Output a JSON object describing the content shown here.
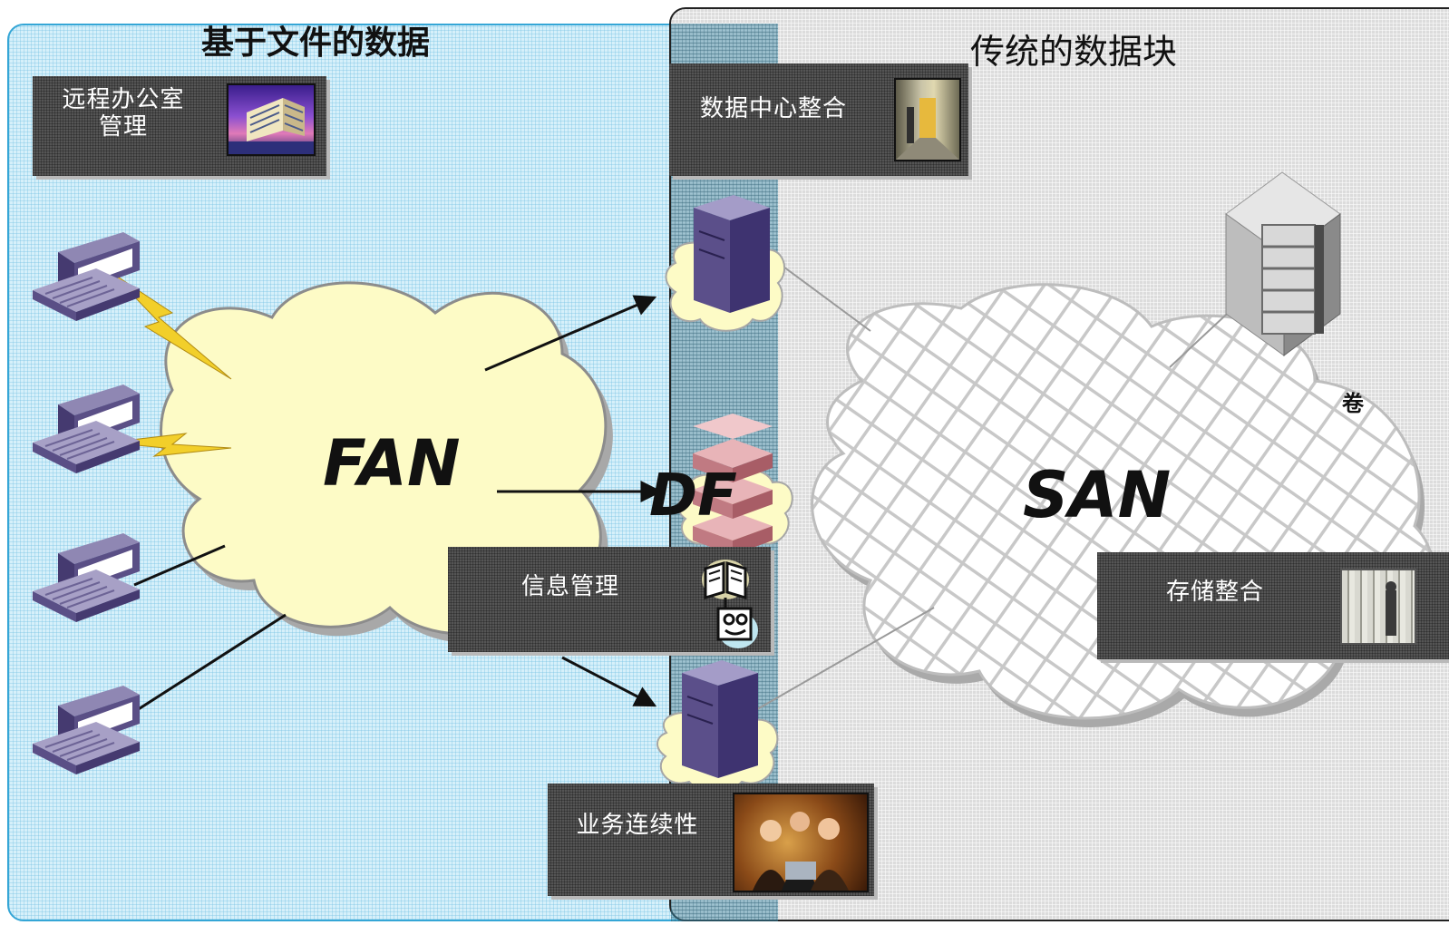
{
  "left_panel": {
    "title": "基于文件的数据",
    "network_label": "FAN"
  },
  "right_panel": {
    "title": "传统的数据块",
    "network_label": "SAN",
    "volume_label": "卷"
  },
  "middle_label": "DF",
  "boxes": {
    "remote_office": {
      "line1": "远程办公室",
      "line2": "管理"
    },
    "data_center": "数据中心整合",
    "info_mgmt": "信息管理",
    "storage": "存储整合",
    "business": "业务连续性"
  },
  "icons": [
    "computer-icon",
    "lightning-icon",
    "server-tower-icon",
    "network-device-icon",
    "disk-storage-icon",
    "book-icon",
    "robot-face-icon"
  ]
}
